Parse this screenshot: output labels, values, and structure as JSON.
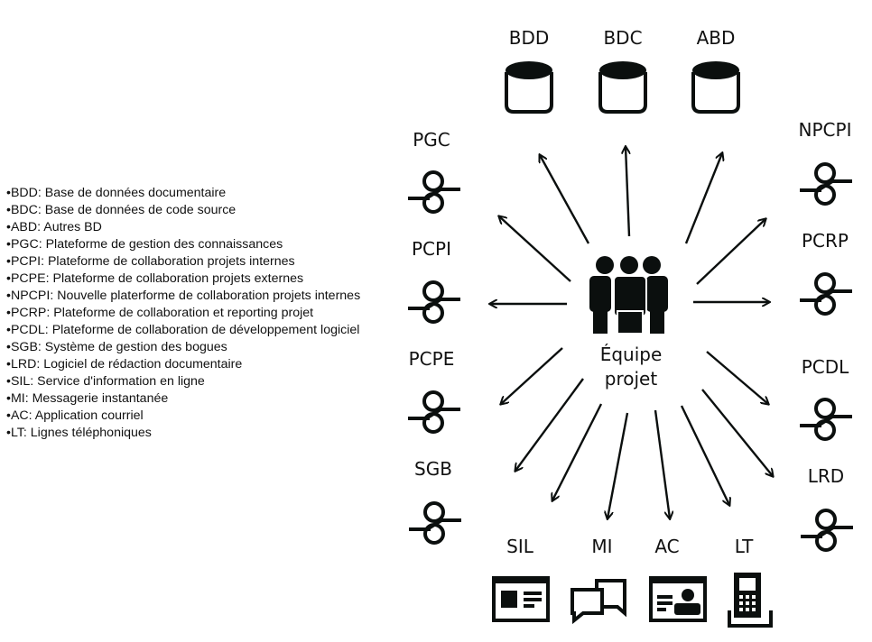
{
  "legend": [
    "•BDD: Base de données documentaire",
    "•BDC: Base de données de code source",
    "•ABD: Autres BD",
    "•PGC: Plateforme de gestion des connaissances",
    "•PCPI: Plateforme de collaboration projets internes",
    "•PCPE: Plateforme de collaboration projets externes",
    "•NPCPI: Nouvelle platerforme de collaboration projets internes",
    "•PCRP: Plateforme de collaboration et reporting projet",
    "•PCDL: Plateforme de collaboration de développement logiciel",
    "•SGB: Système de gestion des bogues",
    "•LRD: Logiciel de rédaction documentaire",
    "•SIL: Service d'information en ligne",
    "•MI: Messagerie instantanée",
    "•AC: Application courriel",
    "•LT: Lignes téléphoniques"
  ],
  "center": {
    "line1": "Équipe",
    "line2": "projet",
    "icon": "team-icon"
  },
  "databases": [
    {
      "label": "BDD",
      "icon": "database-icon"
    },
    {
      "label": "BDC",
      "icon": "database-icon"
    },
    {
      "label": "ABD",
      "icon": "database-icon"
    }
  ],
  "platforms_left": [
    {
      "label": "PGC",
      "icon": "platform-icon"
    },
    {
      "label": "PCPI",
      "icon": "platform-icon"
    },
    {
      "label": "PCPE",
      "icon": "platform-icon"
    },
    {
      "label": "SGB",
      "icon": "platform-icon"
    }
  ],
  "platforms_right": [
    {
      "label": "NPCPI",
      "icon": "platform-icon"
    },
    {
      "label": "PCRP",
      "icon": "platform-icon"
    },
    {
      "label": "PCDL",
      "icon": "platform-icon"
    },
    {
      "label": "LRD",
      "icon": "platform-icon"
    }
  ],
  "tools_bottom": [
    {
      "label": "SIL",
      "icon": "web-page-icon"
    },
    {
      "label": "MI",
      "icon": "chat-icon"
    },
    {
      "label": "AC",
      "icon": "contact-card-icon"
    },
    {
      "label": "LT",
      "icon": "phone-icon"
    }
  ],
  "colors": {
    "ink": "#0b0f0e",
    "background": "#ffffff"
  }
}
